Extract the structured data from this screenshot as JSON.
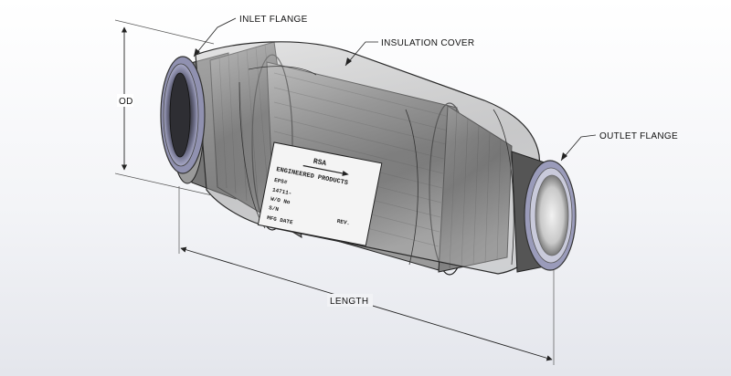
{
  "callouts": {
    "inlet_flange": "INLET FLANGE",
    "insulation_cover": "INSULATION COVER",
    "outlet_flange": "OUTLET FLANGE",
    "od": "OD",
    "length": "LENGTH"
  },
  "nameplate": {
    "brand": "RSA",
    "company": "ENGINEERED PRODUCTS",
    "line1": "EPS#",
    "line2": "14711-",
    "line3": "W/O No",
    "line4": "S/N",
    "rev": "REV.",
    "line5": "MFG DATE"
  },
  "colors": {
    "background_top": "#ffffff",
    "background_bottom": "#e4e6ec",
    "flange_ring": "#8e8fae",
    "metal_dark": "#4a4a4a",
    "metal_light": "#b9b9b9",
    "cover_translucent": "#a8a8a8",
    "dimension_line": "#333333"
  }
}
